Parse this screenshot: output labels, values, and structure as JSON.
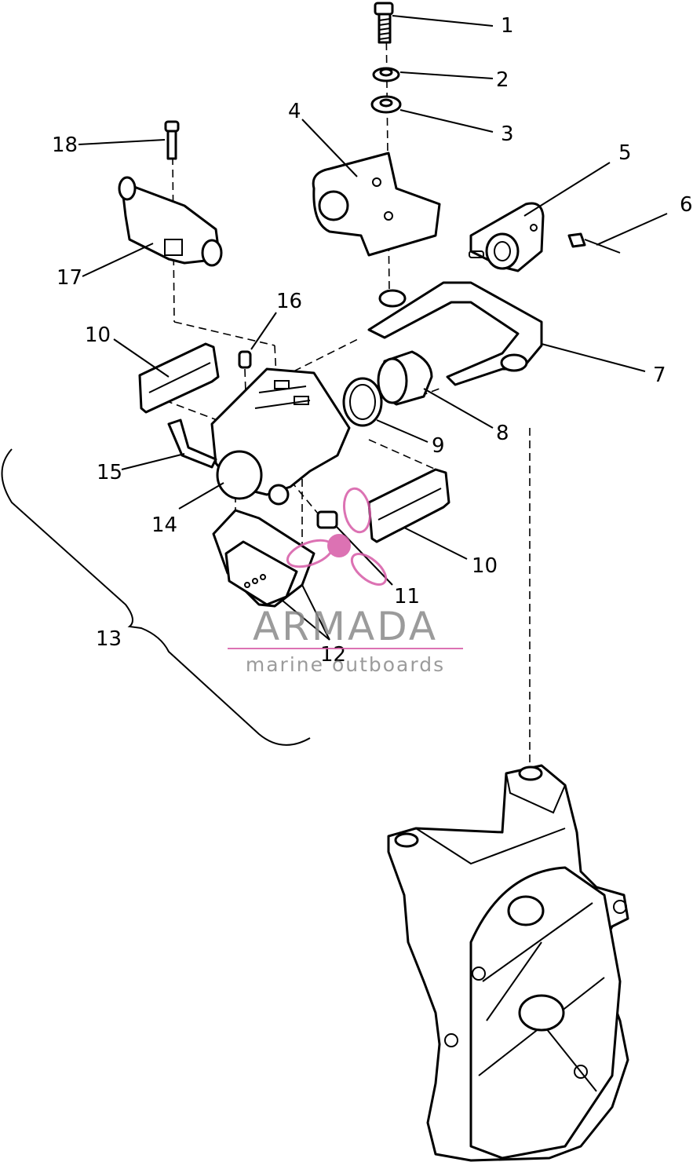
{
  "callouts": [
    {
      "number": "1"
    },
    {
      "number": "2"
    },
    {
      "number": "3"
    },
    {
      "number": "4"
    },
    {
      "number": "5"
    },
    {
      "number": "6"
    },
    {
      "number": "7"
    },
    {
      "number": "8"
    },
    {
      "number": "9"
    },
    {
      "number": "10"
    },
    {
      "number": "10"
    },
    {
      "number": "11"
    },
    {
      "number": "12"
    },
    {
      "number": "13"
    },
    {
      "number": "14"
    },
    {
      "number": "15"
    },
    {
      "number": "16"
    },
    {
      "number": "17"
    },
    {
      "number": "18"
    }
  ],
  "watermark": {
    "brand": "ARMADA",
    "tagline": "marine outboards",
    "accent_color": "#d65aa6",
    "text_color": "#8a8a8a"
  }
}
